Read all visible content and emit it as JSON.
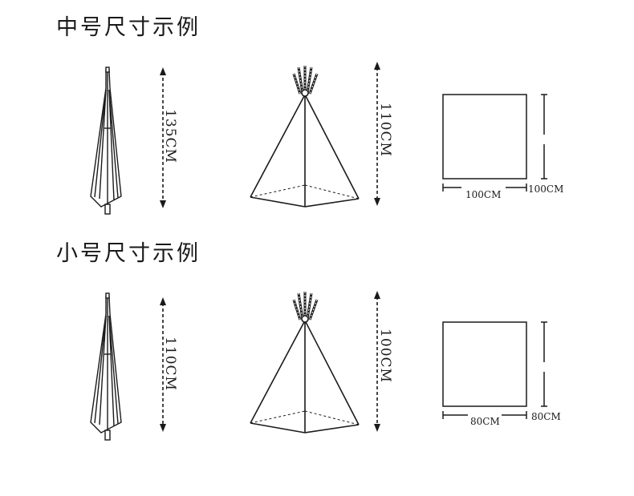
{
  "medium": {
    "title": "中号尺寸示例",
    "umbrella_height": "135CM",
    "tent_height": "110CM",
    "base_width": "100CM",
    "base_depth": "100CM"
  },
  "small": {
    "title": "小号尺寸示例",
    "umbrella_height": "110CM",
    "tent_height": "100CM",
    "base_width": "80CM",
    "base_depth": "80CM"
  }
}
